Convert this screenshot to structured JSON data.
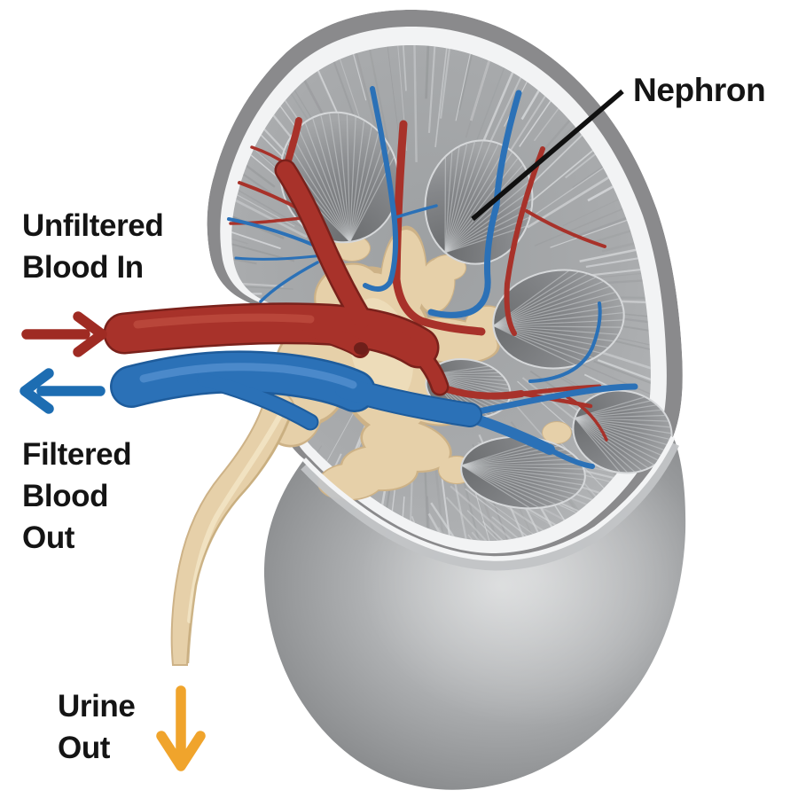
{
  "labels": {
    "nephron": "Nephron",
    "unfiltered": {
      "line1": "Unfiltered",
      "line2": "Blood In"
    },
    "filtered": {
      "line1": "Filtered",
      "line2": "Blood",
      "line3": "Out"
    },
    "urine": {
      "line1": "Urine",
      "line2": "Out"
    }
  },
  "arrows": [
    {
      "name": "unfiltered-blood-arrow",
      "direction": "right",
      "color": "#9F2B23",
      "meaning": "Unfiltered Blood In"
    },
    {
      "name": "filtered-blood-arrow",
      "direction": "left",
      "color": "#1D6DB2",
      "meaning": "Filtered Blood Out"
    },
    {
      "name": "urine-arrow",
      "direction": "down",
      "color": "#F0A42C",
      "meaning": "Urine Out"
    }
  ],
  "colors": {
    "label_black": "#141414",
    "arrow_red": "#9F2B23",
    "arrow_blue": "#1D6DB2",
    "arrow_orange": "#F0A42C",
    "artery_red": "#A8322A",
    "artery_dark": "#7A211B",
    "artery_light": "#BC4A3D",
    "vein_blue": "#2B71B7",
    "vein_dark": "#1E5C9C",
    "vein_light": "#4F8CCC",
    "pelvis_tan": "#E6D0A9",
    "pelvis_edge": "#CDB287",
    "pelvis_light": "#F2E5C6",
    "capsule_gray": "#8A8A8C",
    "ring_white": "#F2F3F4",
    "cortex_gray": "#A8AAAC",
    "pyramid_dark": "#6B6D6F",
    "pyramid_light": "#A4A6A8",
    "lobe_light": "#CFD1D2",
    "lobe_dark": "#747678"
  }
}
